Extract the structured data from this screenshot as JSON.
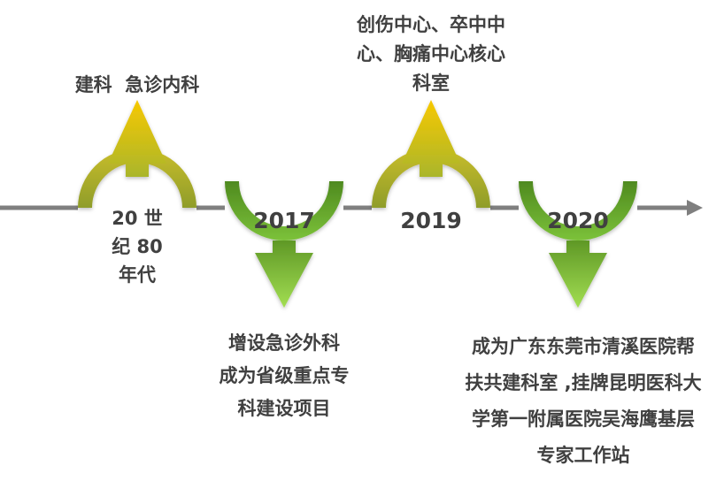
{
  "colors": {
    "timeline": "#7f7f7f",
    "text": "#404040",
    "up_arrow_top": "#f7c800",
    "up_arrow_bottom": "#aab62c",
    "down_arrow_top": "#6fa82a",
    "down_arrow_bottom": "#9ad84a"
  },
  "milestones": [
    {
      "label_lines": [
        "20 世",
        "纪 80",
        "年代"
      ],
      "direction": "up",
      "desc_lines": [
        "建科  急诊内科"
      ]
    },
    {
      "label": "2017",
      "direction": "down",
      "desc_lines": [
        "增设急诊外科",
        "成为省级重点专",
        "科建设项目"
      ]
    },
    {
      "label": "2019",
      "direction": "up",
      "desc_lines": [
        "创伤中心、卒中中",
        "心、胸痛中心核心",
        "科室"
      ]
    },
    {
      "label": "2020",
      "direction": "down",
      "desc_lines": [
        "成为广东东莞市清溪医院帮",
        "扶共建科室 ,挂牌昆明医科大",
        "学第一附属医院吴海鹰基层",
        "专家工作站"
      ]
    }
  ]
}
